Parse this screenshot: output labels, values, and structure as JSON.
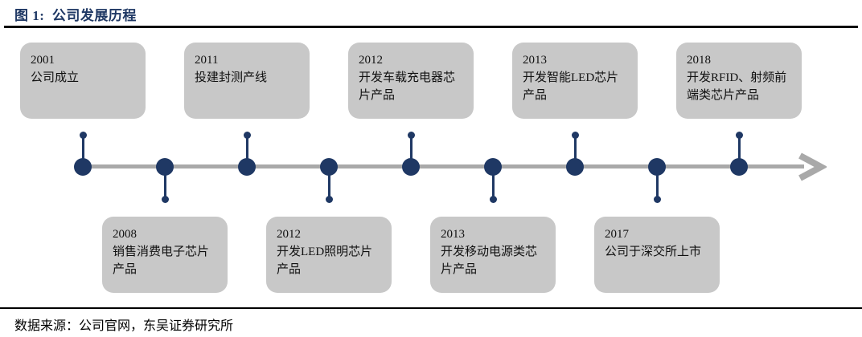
{
  "figure": {
    "title": "图 1:  公司发展历程",
    "source": "数据来源：公司官网，东吴证券研究所"
  },
  "colors": {
    "navy": "#1f3864",
    "line_gray": "#a9a9a9",
    "box_gray": "#c8c8c8",
    "rule_black": "#000000"
  },
  "timeline": {
    "type": "timeline",
    "direction": "left-to-right",
    "events": [
      {
        "year": "2001",
        "label": "公司成立",
        "side": "top"
      },
      {
        "year": "2008",
        "label": "销售消费电子芯片产品",
        "side": "bottom"
      },
      {
        "year": "2011",
        "label": "投建封测产线",
        "side": "top"
      },
      {
        "year": "2012",
        "label": "开发LED照明芯片产品",
        "side": "bottom"
      },
      {
        "year": "2012",
        "label": "开发车载充电器芯片产品",
        "side": "top"
      },
      {
        "year": "2013",
        "label": "开发移动电源类芯片产品",
        "side": "bottom"
      },
      {
        "year": "2013",
        "label": "开发智能LED芯片产品",
        "side": "top"
      },
      {
        "year": "2017",
        "label": "公司于深交所上市",
        "side": "bottom"
      },
      {
        "year": "2018",
        "label": "开发RFID、射频前端类芯片产品",
        "side": "top"
      }
    ]
  }
}
